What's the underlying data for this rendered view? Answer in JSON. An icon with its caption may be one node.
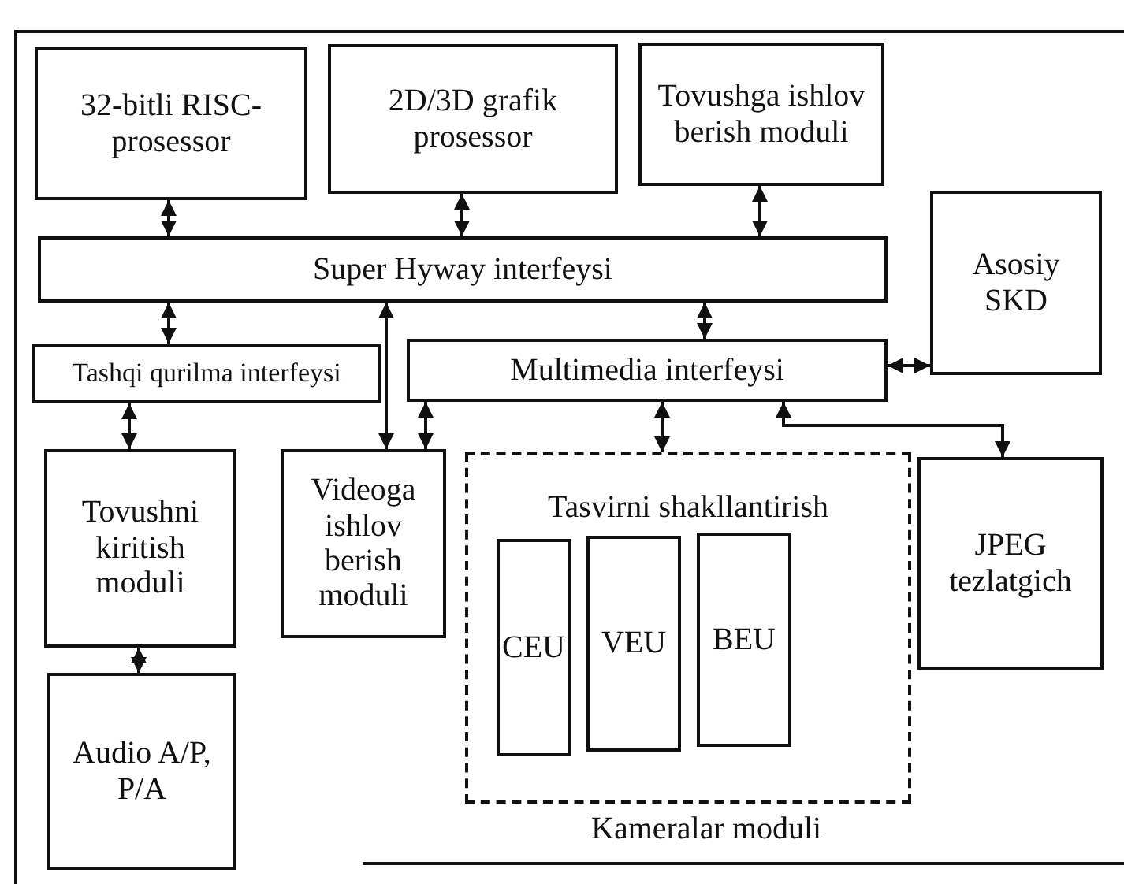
{
  "diagram": {
    "nodes": [
      {
        "text": [
          "32-bitli RISC-prosessor"
        ]
      },
      {
        "text": [
          "2D/3D grafik prosessor"
        ]
      },
      {
        "text": [
          "Tovushga ishlov berish moduli"
        ]
      },
      {
        "text": [
          "Super Hyway interfeysi"
        ]
      },
      {
        "text": [
          "Asosiy SKD"
        ]
      },
      {
        "text": [
          "Tashqi qurilma interfeysi"
        ]
      },
      {
        "text": [
          "Multimedia interfeysi"
        ]
      },
      {
        "text": [
          "Tovushni kiritish moduli"
        ]
      },
      {
        "text": [
          "Videoga ishlov berish moduli"
        ]
      },
      {
        "text": [
          "Tasvirni shakllantirish"
        ],
        "beside": [
          "Kameralar moduli"
        ]
      },
      {
        "text": [
          "CEU"
        ],
        "in": 9
      },
      {
        "text": [
          "VEU"
        ],
        "in": 9
      },
      {
        "text": [
          "BEU"
        ],
        "in": 9
      },
      {
        "text": [
          "JPEG tezlatgich"
        ]
      },
      {
        "text": [
          "Audio A/P, P/A"
        ]
      }
    ],
    "edges": [
      {
        "from": 0,
        "to": 3,
        "arrow": "both"
      },
      {
        "from": 1,
        "to": 3,
        "arrow": "both"
      },
      {
        "from": 2,
        "to": 3,
        "arrow": "both"
      },
      {
        "from": 3,
        "to": 5,
        "arrow": "both"
      },
      {
        "from": 3,
        "to": 8,
        "arrow": "both"
      },
      {
        "from": 3,
        "to": 6,
        "arrow": "both"
      },
      {
        "from": 6,
        "to": 4,
        "arrow": "both"
      },
      {
        "from": 5,
        "to": 7,
        "arrow": "both"
      },
      {
        "from": 6,
        "to": 8,
        "arrow": "both"
      },
      {
        "from": 6,
        "to": 9,
        "arrow": "both"
      },
      {
        "from": 6,
        "to": 13,
        "arrow": "both"
      },
      {
        "from": 7,
        "to": 14,
        "arrow": "both"
      }
    ]
  }
}
